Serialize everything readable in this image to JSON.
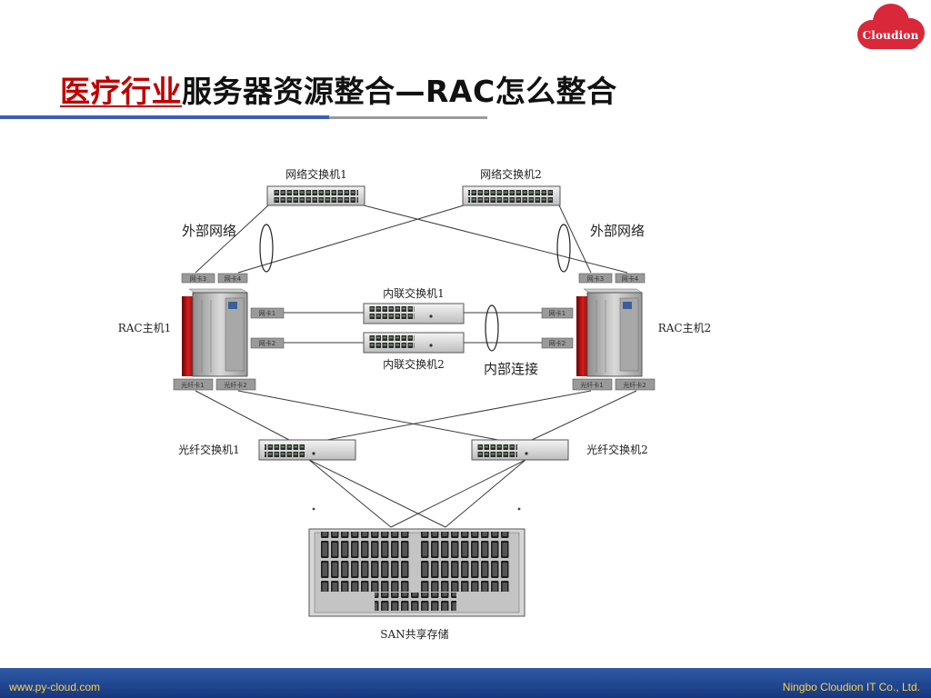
{
  "slide": {
    "title_highlight": "医疗行业",
    "title_rest": "服务器资源整合—RAC怎么整合"
  },
  "logo": {
    "text": "Cloudion"
  },
  "diagram": {
    "network_switch_1": "网络交换机1",
    "network_switch_2": "网络交换机2",
    "external_network_left": "外部网络",
    "external_network_right": "外部网络",
    "rac_host_1": "RAC主机1",
    "rac_host_2": "RAC主机2",
    "nic_3_left": "网卡3",
    "nic_4_left": "网卡4",
    "nic_3_right": "网卡3",
    "nic_4_right": "网卡4",
    "nic_1_left": "网卡1",
    "nic_2_left": "网卡2",
    "nic_1_right": "网卡1",
    "nic_2_right": "网卡2",
    "interconnect_switch_1": "内联交换机1",
    "interconnect_switch_2": "内联交换机2",
    "internal_connection": "内部连接",
    "fc_card_1_left": "光纤卡1",
    "fc_card_2_left": "光纤卡2",
    "fc_card_1_right": "光纤卡1",
    "fc_card_2_right": "光纤卡2",
    "fiber_switch_1": "光纤交换机1",
    "fiber_switch_2": "光纤交换机2",
    "san_storage": "SAN共享存储"
  },
  "footer": {
    "website": "www.py-cloud.com",
    "company": "Ningbo Cloudion IT Co., Ltd."
  },
  "colors": {
    "title_highlight": "#c00000",
    "rule_blue": "#3a5fb5",
    "logo_red": "#d8283a",
    "server_red": "#b81818",
    "footer_blue": "#2f5aa6",
    "footer_text": "#ffd24a"
  }
}
